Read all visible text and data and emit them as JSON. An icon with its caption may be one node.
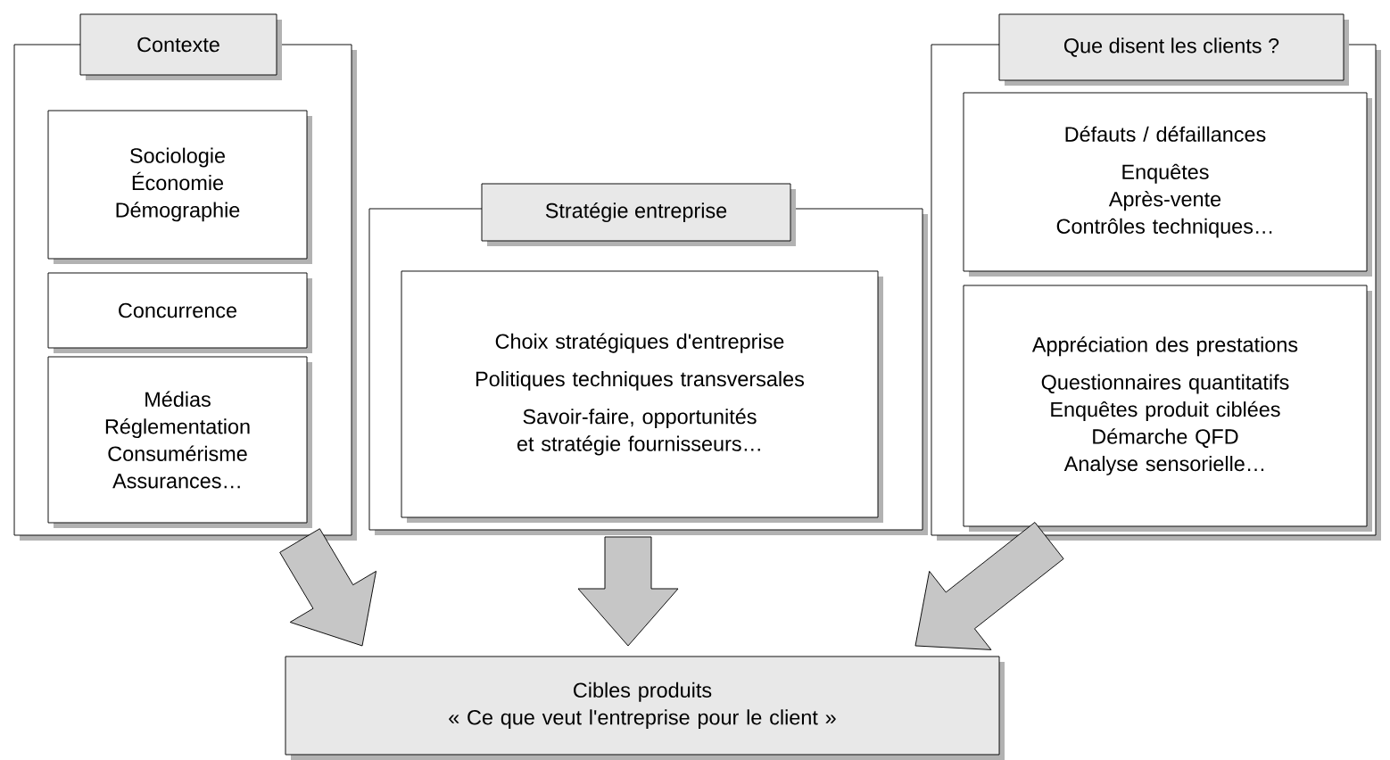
{
  "diagram": {
    "nodes": [
      {
        "text": [
          "Contexte"
        ]
      },
      {
        "text": [
          "Sociologie",
          "Économie",
          "Démographie"
        ],
        "in": 0
      },
      {
        "text": [
          "Concurrence"
        ],
        "in": 0
      },
      {
        "text": [
          "Médias",
          "Réglementation",
          "Consumérisme",
          "Assurances…"
        ],
        "in": 0
      },
      {
        "text": [
          "Stratégie entreprise"
        ]
      },
      {
        "text": [
          "Choix stratégiques d'entreprise",
          "Politiques techniques transversales",
          "Savoir-faire, opportunités et stratégie fournisseurs…"
        ],
        "in": 4
      },
      {
        "text": [
          "Que disent les clients ?"
        ]
      },
      {
        "text": [
          "Défauts / défaillances",
          "Enquêtes",
          "Après-vente",
          "Contrôles techniques…"
        ],
        "in": 6
      },
      {
        "text": [
          "Appréciation des prestations",
          "Questionnaires quantitatifs",
          "Enquêtes produit ciblées",
          "Démarche QFD",
          "Analyse sensorielle…"
        ],
        "in": 6
      },
      {
        "text": [
          "Cibles produits",
          "« Ce que veut l'entreprise pour le client »"
        ]
      }
    ],
    "edges": [
      {
        "from": 0,
        "to": 9,
        "arrow": "to"
      },
      {
        "from": 4,
        "to": 9,
        "arrow": "to"
      },
      {
        "from": 6,
        "to": 9,
        "arrow": "to"
      }
    ]
  }
}
